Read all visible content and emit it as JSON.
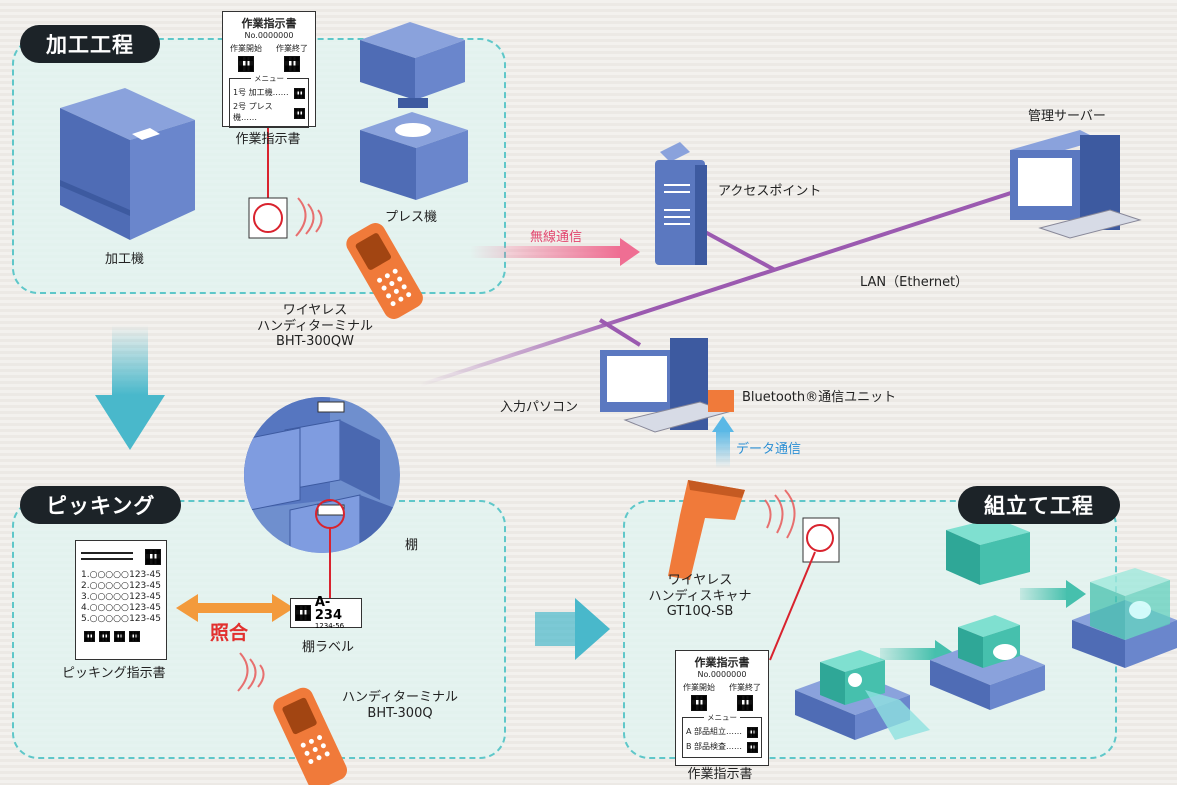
{
  "sections": {
    "processing": "加工工程",
    "picking": "ピッキング",
    "assembly": "組立て工程"
  },
  "labels": {
    "processing_machine": "加工機",
    "press_machine": "プレス機",
    "work_instruction": "作業指示書",
    "work_instruction_bottom": "作業指示書",
    "access_point": "アクセスポイント",
    "management_server": "管理サーバー",
    "wireless_comm": "無線通信",
    "lan": "LAN（Ethernet）",
    "terminal_qw": [
      "ワイヤレス",
      "ハンディターミナル",
      "BHT-300QW"
    ],
    "input_pc": "入力パソコン",
    "bluetooth_unit": "Bluetooth®通信ユニット",
    "data_comm": "データ通信",
    "shelf": "棚",
    "shelf_label": "棚ラベル",
    "picking_instruction": "ピッキング指示書",
    "collation": "照合",
    "terminal_q": [
      "ハンディターミナル",
      "BHT-300Q"
    ],
    "scanner": [
      "ワイヤレス",
      "ハンディスキャナ",
      "GT10Q-SB"
    ]
  },
  "instruction_doc": {
    "title": "作業指示書",
    "number": "No.0000000",
    "start": "作業開始",
    "end": "作業終了",
    "menu_title": "メニュー",
    "items_processing": [
      "1号 加工機……",
      "2号 プレス機……"
    ],
    "items_assembly": [
      "A 部品組立……",
      "B 部品検査……"
    ]
  },
  "shelf_label_tag": {
    "code": "A-234",
    "sub": "1234-56"
  },
  "picking_rows": [
    {
      "item": "1.○○○○○",
      "code": "123-45"
    },
    {
      "item": "2.○○○○○",
      "code": "123-45"
    },
    {
      "item": "3.○○○○○",
      "code": "123-45"
    },
    {
      "item": "4.○○○○○",
      "code": "123-45"
    },
    {
      "item": "5.○○○○○",
      "code": "123-45"
    }
  ],
  "colors": {
    "zone_border": "#5fc7c9",
    "machine_blue": "#5b78c0",
    "network_line": "#9b5ab0",
    "flow_arrow": "#49b8cb",
    "terminal_orange": "#f07a3a",
    "comm_pink": "#ef6e93",
    "collation_arrow": "#f39a3c",
    "assembly_green": "#46c0ad"
  }
}
